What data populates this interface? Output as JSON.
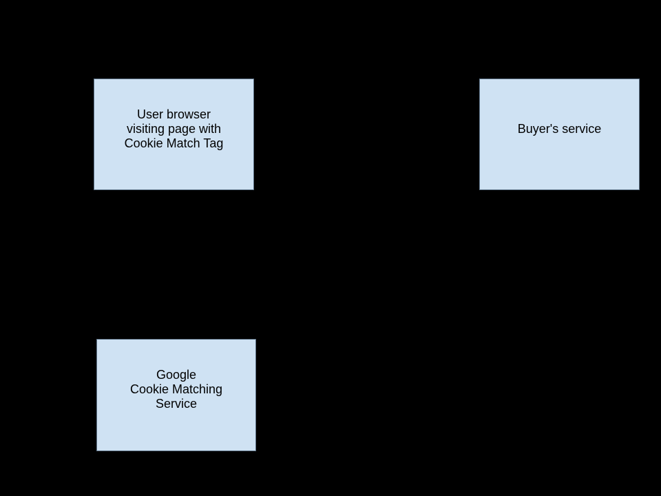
{
  "page": {
    "background_color": "#000000"
  },
  "diagram": {
    "type": "flow-diagram",
    "node_fill_color": "#cfe2f3",
    "node_border_color": "#5d7287",
    "node_text_color": "#000000",
    "nodes": [
      {
        "id": "user-browser",
        "lines": [
          "User browser",
          "visiting page with",
          "Cookie Match Tag"
        ]
      },
      {
        "id": "buyers-service",
        "lines": [
          "Buyer's service"
        ]
      },
      {
        "id": "google-cookie-matching-service",
        "lines": [
          "Google",
          "Cookie Matching",
          "Service"
        ]
      }
    ]
  }
}
